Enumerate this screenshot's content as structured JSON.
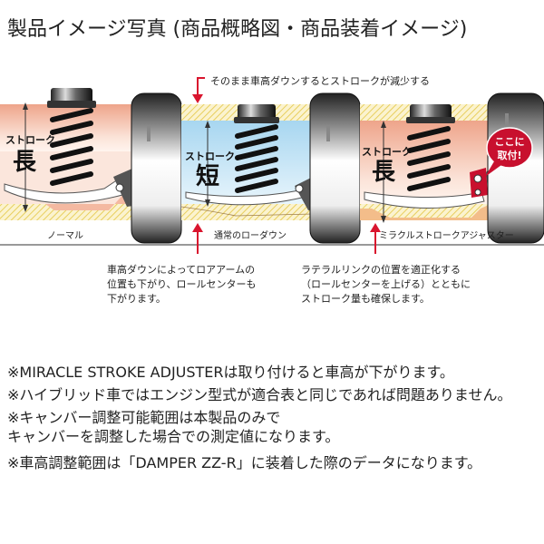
{
  "title": "製品イメージ写真 (商品概略図・商品装着イメージ)",
  "diagram": {
    "top_note": "そのまま車高ダウンするとストロークが減少する",
    "panels": [
      {
        "name": "normal",
        "stroke_label": "ストローク",
        "stroke_value": "長",
        "caption": "ノーマル",
        "color": "#f2b49a"
      },
      {
        "name": "lowered",
        "stroke_label": "ストローク",
        "stroke_value": "短",
        "caption": "通常のローダウン",
        "color": "#bfe3f5"
      },
      {
        "name": "miracle",
        "stroke_label": "ストローク",
        "stroke_value": "長",
        "caption": "ミラクルストロークアジャスター",
        "color": "#f2b49a"
      }
    ],
    "callout": {
      "line1": "ここに",
      "line2": "取付!",
      "color": "#c8102e"
    },
    "accent_color": "#d9152e",
    "hatch_color": "#f3e08a"
  },
  "captions": {
    "left": [
      "車高ダウンによってロアアームの",
      "位置も下がり、ロールセンターも",
      "下がります。"
    ],
    "right": [
      "ラテラルリンクの位置を適正化する",
      "（ロールセンターを上げる）とともに",
      "ストローク量も確保します。"
    ]
  },
  "notes": [
    "※MIRACLE STROKE ADJUSTERは取り付けると車高が下がります。",
    "※ハイブリッド車ではエンジン型式が適合表と同じであれば問題ありません。",
    "※キャンバー調整可能範囲は本製品のみで",
    "キャンバーを調整した場合での測定値になります。",
    "※車高調整範囲は「DAMPER ZZ-R」に装着した際のデータになります。"
  ]
}
